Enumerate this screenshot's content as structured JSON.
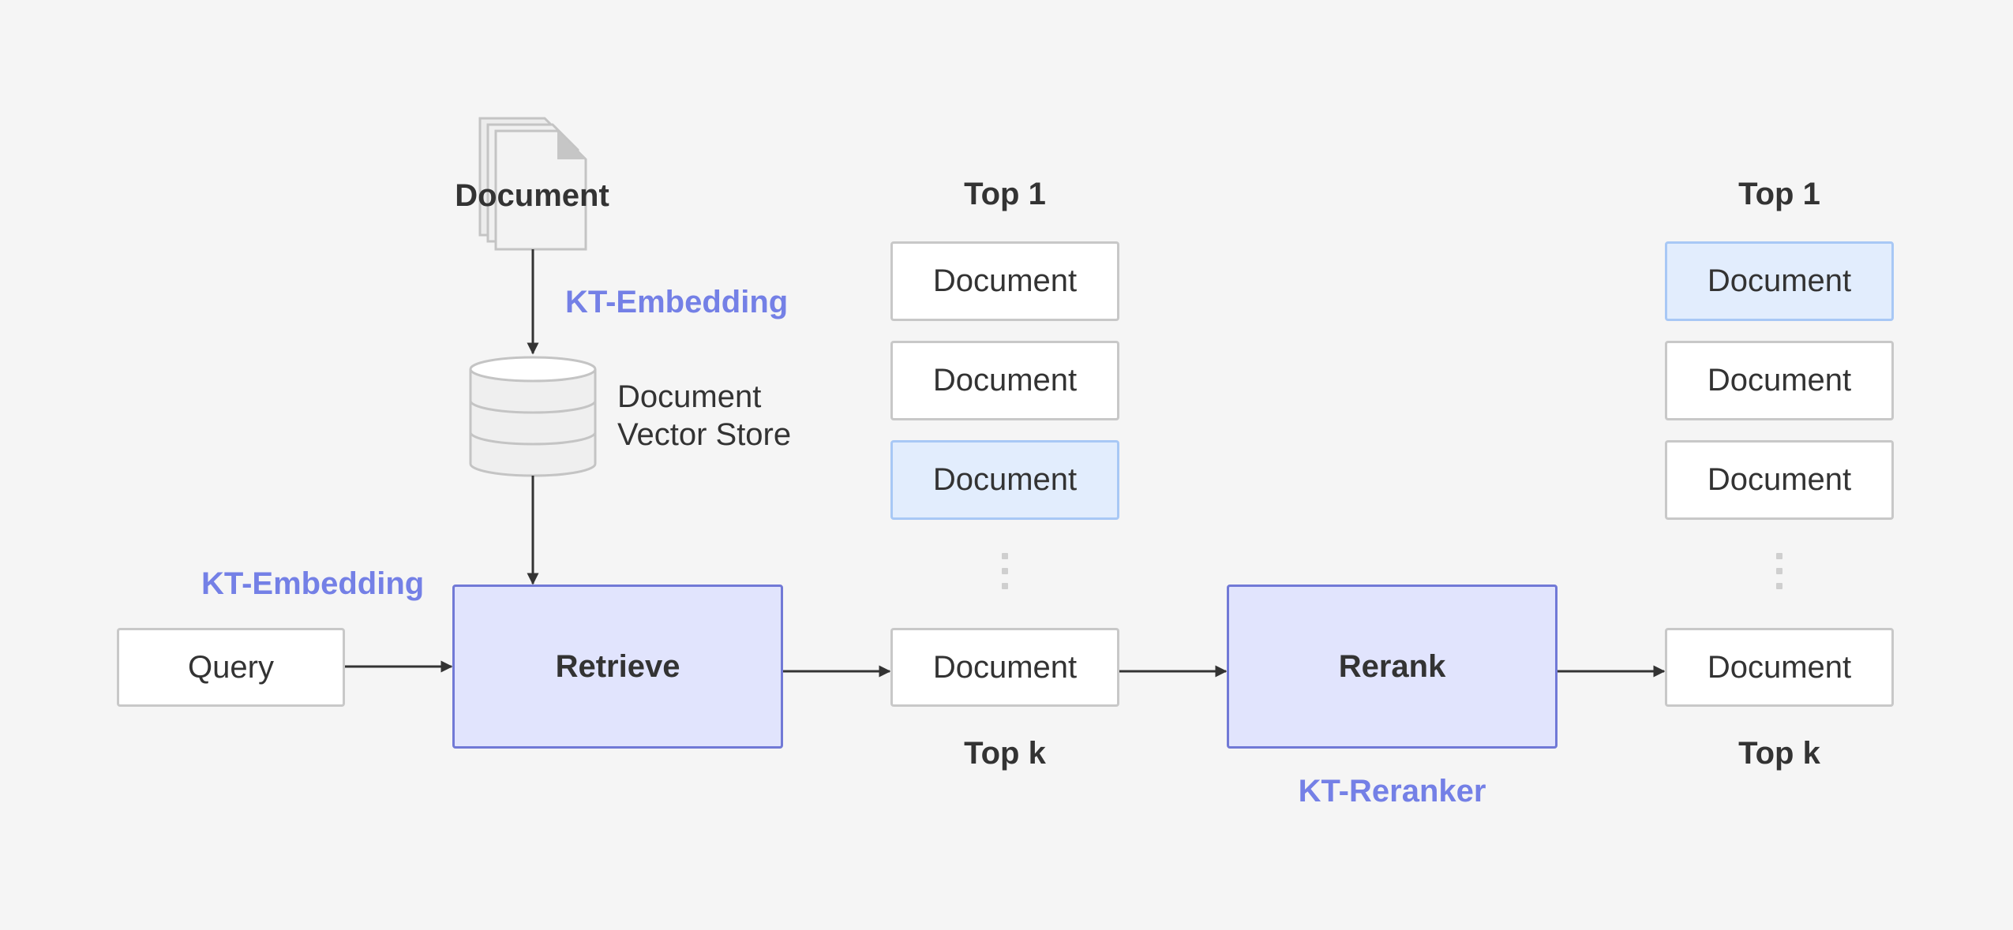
{
  "source": {
    "documents_label": "Document",
    "embedding_model": "KT-Embedding",
    "vector_store_label_line1": "Document",
    "vector_store_label_line2": "Vector Store"
  },
  "query": {
    "label": "Query",
    "embedding_model": "KT-Embedding"
  },
  "retrieve": {
    "label": "Retrieve"
  },
  "retrieved_list": {
    "top_label": "Top 1",
    "bottom_label": "Top k",
    "items": [
      "Document",
      "Document",
      "Document"
    ],
    "highlighted_index": 2,
    "last_item": "Document"
  },
  "rerank": {
    "label": "Rerank",
    "model": "KT-Reranker"
  },
  "reranked_list": {
    "top_label": "Top 1",
    "bottom_label": "Top k",
    "items": [
      "Document",
      "Document",
      "Document"
    ],
    "highlighted_index": 0,
    "last_item": "Document"
  },
  "colors": {
    "background": "#f5f5f5",
    "process_fill": "#e1e4fd",
    "process_border": "#7179d6",
    "highlight_fill": "#e2edfd",
    "highlight_border": "#a8c8f5",
    "model_text": "#7480e6",
    "arrow": "#333333"
  }
}
